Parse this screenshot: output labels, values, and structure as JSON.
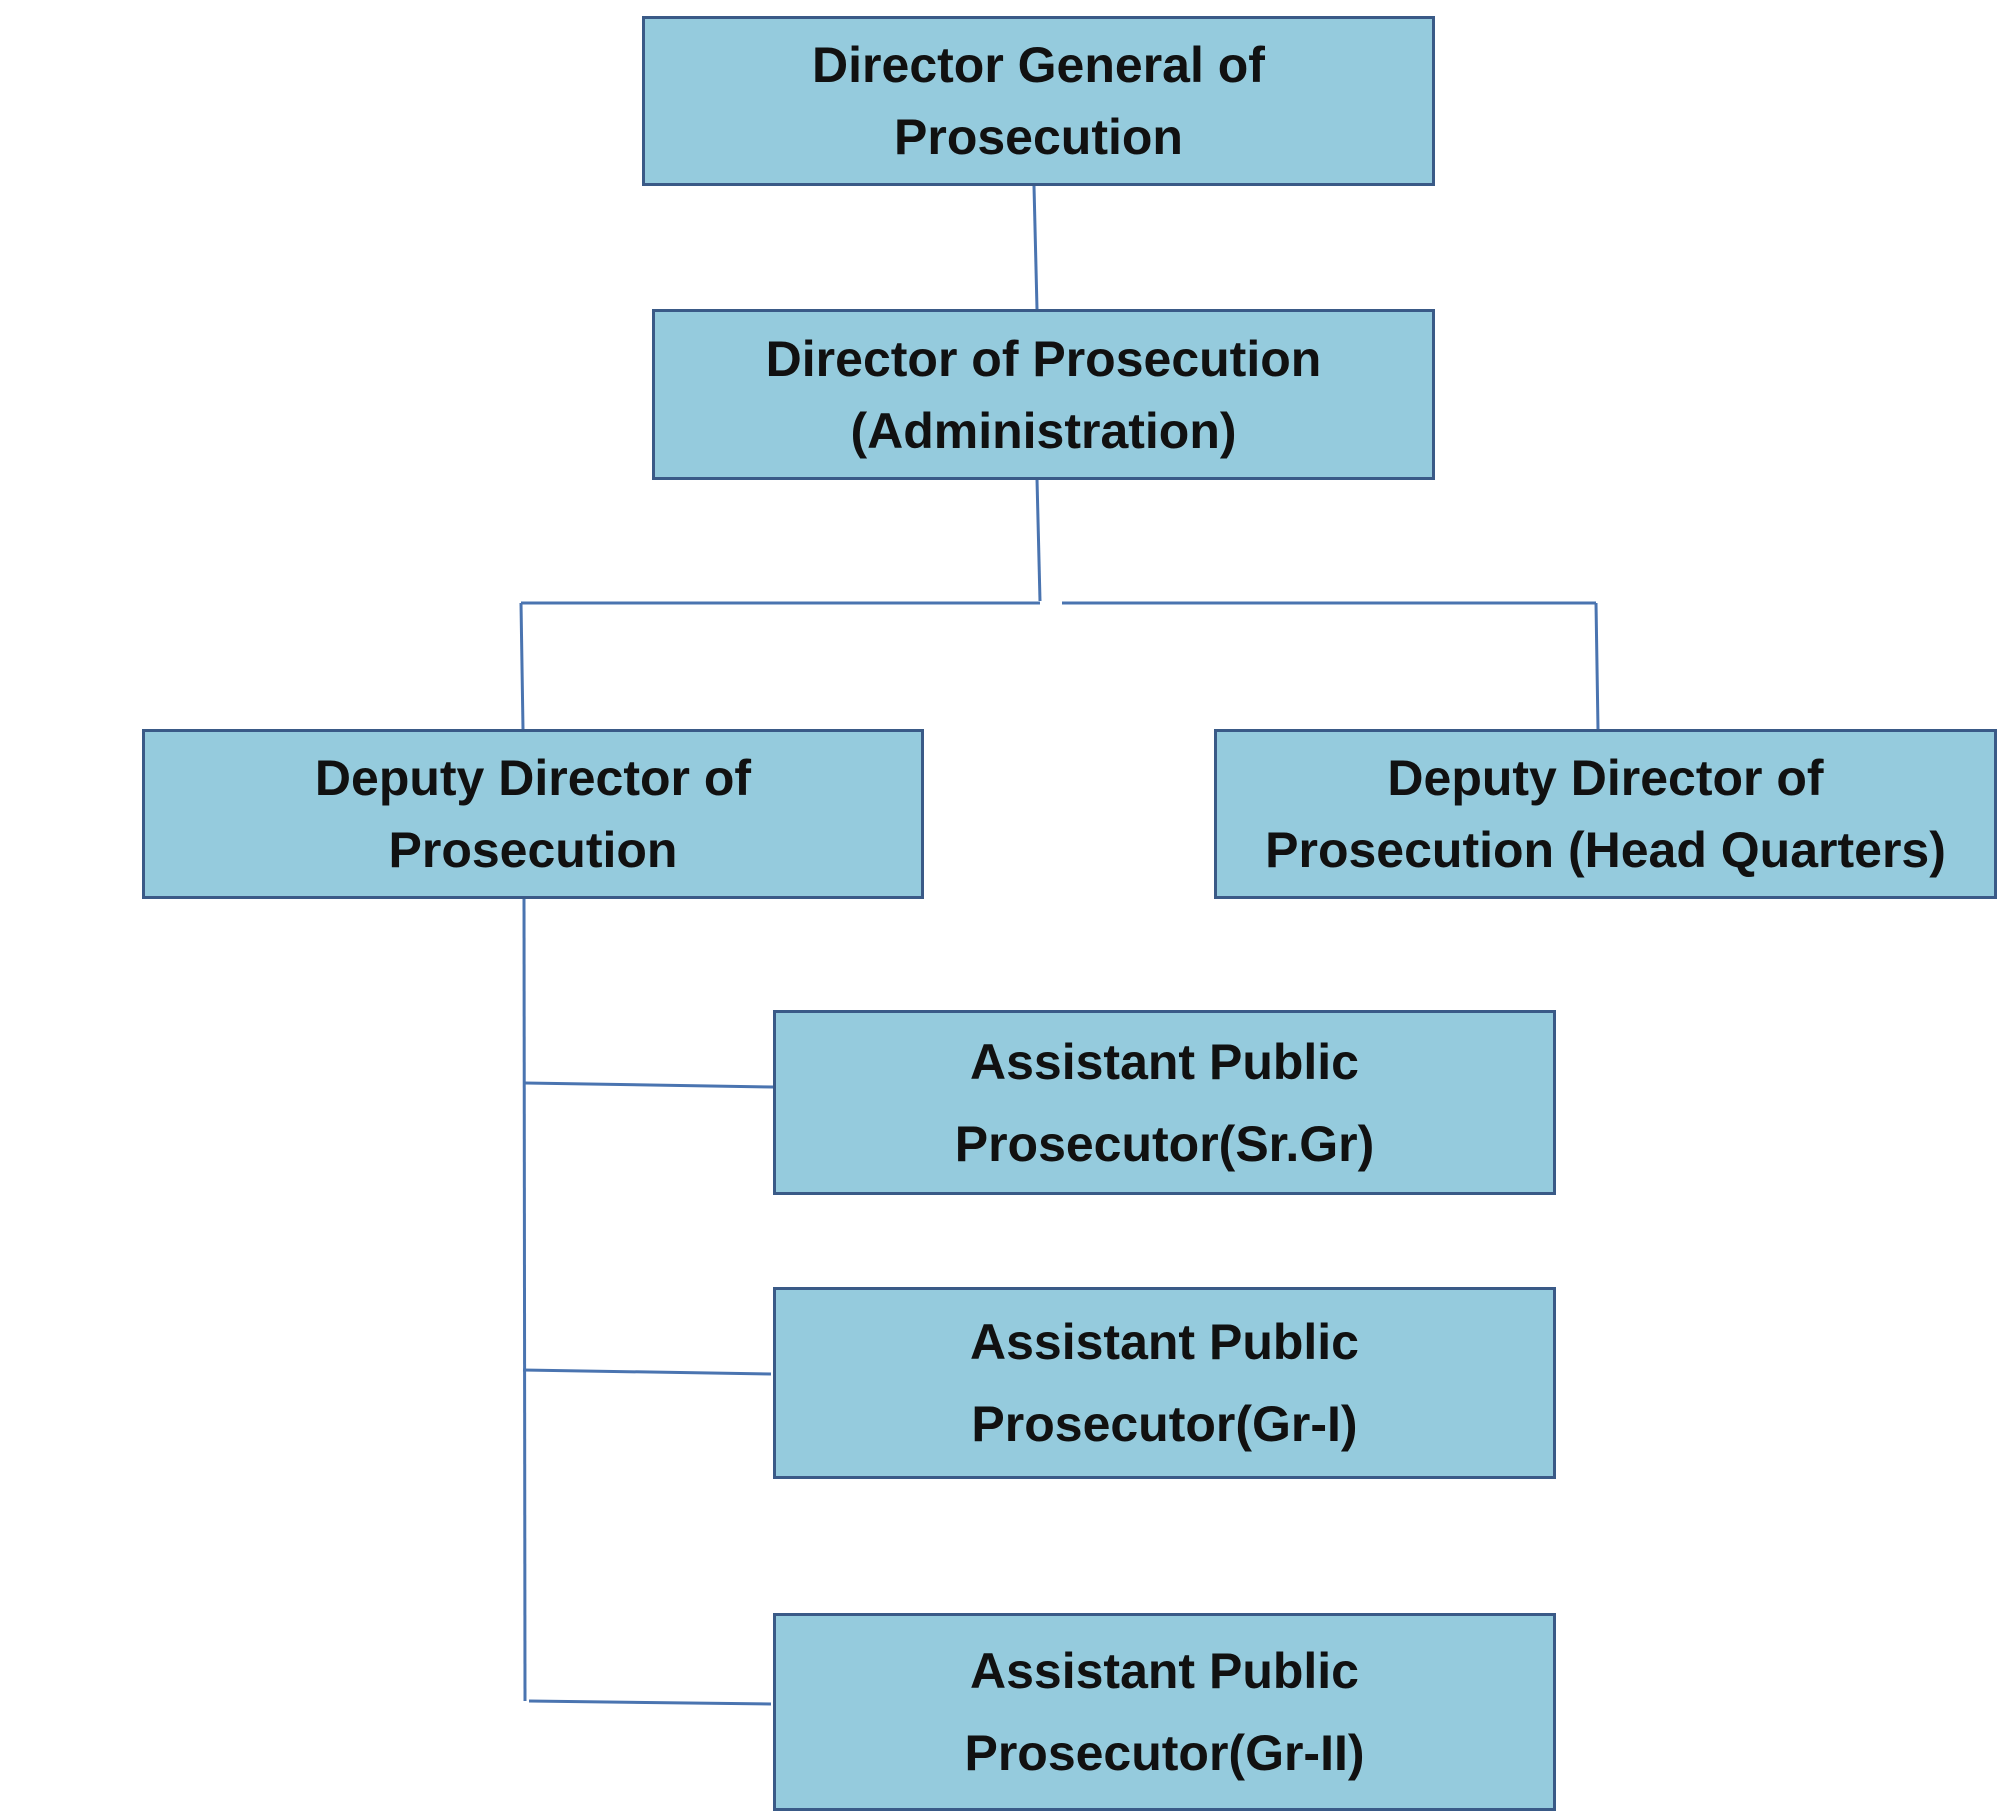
{
  "diagram": {
    "colors": {
      "box_fill": "#95cbdd",
      "box_border": "#3a5a87",
      "connector": "#4a74b0",
      "text": "#111111"
    },
    "nodes": {
      "director_general": {
        "line1": "Director General of",
        "line2": "Prosecution"
      },
      "director_admin": {
        "line1": "Director of Prosecution",
        "line2": "(Administration)"
      },
      "deputy_director": {
        "line1": "Deputy Director of",
        "line2": "Prosecution"
      },
      "deputy_director_hq": {
        "line1": "Deputy Director of",
        "line2": "Prosecution (Head Quarters)"
      },
      "app_sr_gr": {
        "line1": "Assistant Public",
        "line2": "Prosecutor(Sr.Gr)"
      },
      "app_gr_1": {
        "line1": "Assistant Public",
        "line2": "Prosecutor(Gr-I)"
      },
      "app_gr_2": {
        "line1": "Assistant Public",
        "line2": "Prosecutor(Gr-II)"
      }
    },
    "edges": [
      [
        "director_general",
        "director_admin"
      ],
      [
        "director_admin",
        "deputy_director"
      ],
      [
        "director_admin",
        "deputy_director_hq"
      ],
      [
        "deputy_director",
        "app_sr_gr"
      ],
      [
        "deputy_director",
        "app_gr_1"
      ],
      [
        "deputy_director",
        "app_gr_2"
      ]
    ]
  }
}
